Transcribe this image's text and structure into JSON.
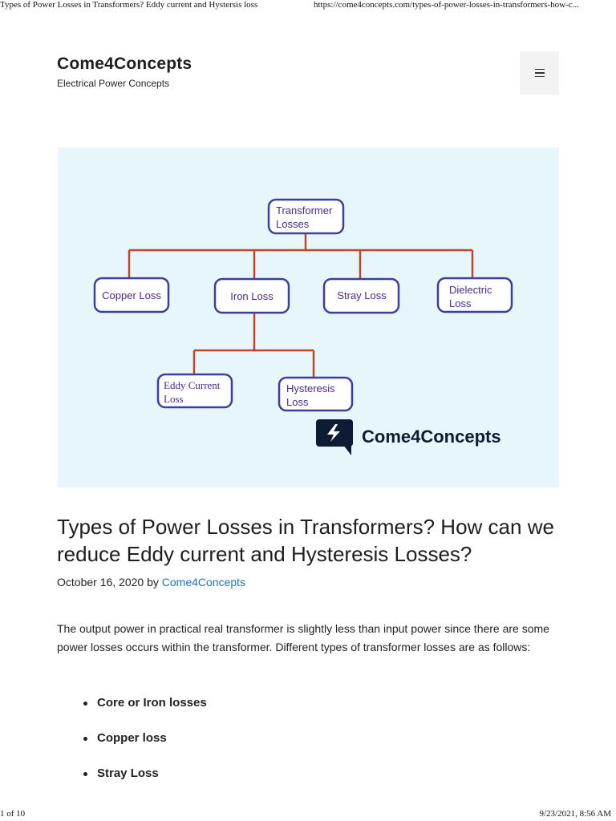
{
  "print_header": {
    "title": "Types of Power Losses in Transformers? Eddy current and Hystersis loss",
    "url": "https://come4concepts.com/types-of-power-losses-in-transformers-how-c..."
  },
  "print_footer": {
    "page": "1 of 10",
    "datetime": "9/23/2021, 8:56 AM"
  },
  "site": {
    "title": "Come4Concepts",
    "tagline": "Electrical Power Concepts",
    "menu_icon": "hamburger-menu-icon"
  },
  "featured_image": {
    "root": [
      "Transformer",
      "Losses"
    ],
    "level1": [
      [
        "Copper Loss"
      ],
      [
        "Iron Loss"
      ],
      [
        "Stray Loss"
      ],
      [
        "Dielectric",
        "Loss"
      ]
    ],
    "level2": [
      [
        "Eddy Current",
        "Loss"
      ],
      [
        "Hysteresis",
        "Loss"
      ]
    ],
    "logo_text": "Come4Concepts",
    "logo_icon": "lightning-bolt-chat-icon",
    "colors": {
      "background": "#e6f6fb",
      "box_border": "#3b3f9a",
      "box_text": "#4b2a8c",
      "connector": "#c0462a",
      "logo_dark": "#0f1b33"
    }
  },
  "post": {
    "title": "Types of Power Losses in Transformers? How can we reduce Eddy current and Hysteresis Losses?",
    "date": "October 16, 2020",
    "by": "by",
    "author": "Come4Concepts",
    "intro": "The output power in practical real transformer is slightly less than input power since there are some power losses occurs within the transformer. Different types of transformer losses are as follows:",
    "loss_types": [
      "Core or Iron losses",
      "Copper loss",
      "Stray Loss"
    ]
  }
}
